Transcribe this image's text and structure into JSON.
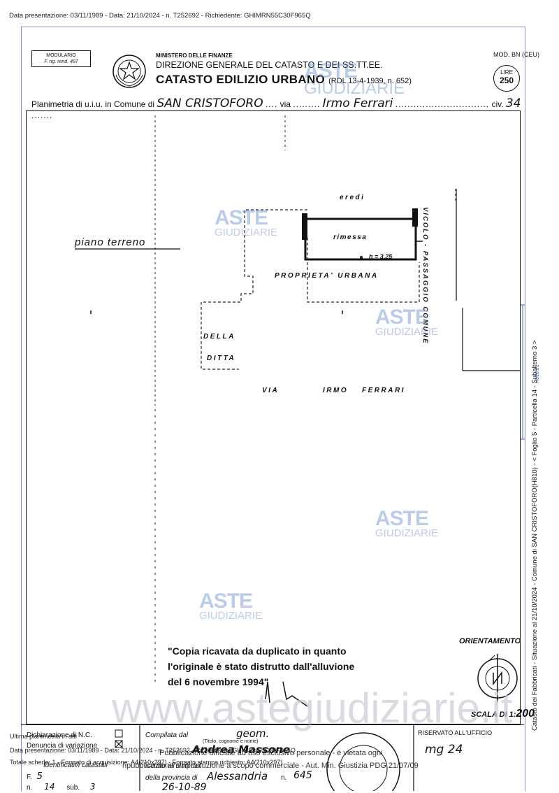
{
  "header_line": "Data presentazione: 03/11/1989 - Data: 21/10/2024 - n. T252692 - Richiedente: GHIMRN55C30F965Q",
  "form": {
    "modulario": "MODULARIO",
    "modulario_sub": "F. rig. rend. 497",
    "ministry": "MINISTERO DELLE FINANZE",
    "direction": "DIREZIONE GENERALE DEL CATASTO E DEI SS.TT.EE.",
    "catasto": "CATASTO EDILIZIO URBANO",
    "rdl": "(RDL 13-4-1939, n. 652)",
    "mod": "MOD. BN (CEU)",
    "lire_label": "LIRE",
    "lire_value": "250"
  },
  "plan_line": {
    "prefix": "Planimetria di u.i.u. in Comune di",
    "comune": "SAN CRISTOFORO",
    "via_label": "via",
    "via": "Irmo Ferrari",
    "civ_label": "civ.",
    "civ": "34"
  },
  "drawing": {
    "piano": "piano terreno",
    "eredi": "eredi",
    "rimessa": "rimessa",
    "height": "h = 3,25",
    "proprieta": "PROPRIETA' URBANA",
    "della": "DELLA",
    "ditta": "DITTA",
    "via_label": "VIA",
    "via_name1": "IRMO",
    "via_name2": "FERRARI",
    "vicolo": "VICOLO - PASSAGGIO COMUNE"
  },
  "watermark": {
    "line1": "ASTE",
    "line2": "GIUDIZIARIE"
  },
  "note": {
    "line1": "\"Copia ricavata da duplicato in quanto",
    "line2": "l'originale è stato distrutto dall'alluvione",
    "line3": "del 6 novembre 1994\""
  },
  "orientamento": "ORIENTAMENTO",
  "scala_label": "SCALA DI 1:",
  "scala_value": "200",
  "sidebar_text": "Catasto dei Fabbricati - Situazione al 21/10/2024 - Comune di SAN CRISTOFORO(H810) - < Foglio 5 - Particella 14 - Subalterno 3 >",
  "sidebar_small": "H810 01",
  "site_watermark": "www.astegiudiziarie.it",
  "bottom": {
    "dichiarazione": "Dichiarazione di N.C.",
    "denuncia": "Denuncia di variazione",
    "identificativi": "Identificativi catastali",
    "foglio_label": "F.",
    "foglio": "5",
    "num_label": "n.",
    "num": "14",
    "sub_label": "sub.",
    "sub": "3",
    "compilata": "Compilata dal",
    "geom": "geom.",
    "titolo": "(Titolo, cognome e nome)",
    "name": "Andrea Massone",
    "iscritto": "iscritto all'albo dei",
    "provincia_label": "della provincia di",
    "provincia": "Alessandria",
    "prov_n_label": "n.",
    "prov_n": "645",
    "date": "26-10-89",
    "riservato": "RISERVATO ALL'UFFICIO",
    "office_note": "mg 24"
  },
  "overlay": {
    "ultima": "Ultima planimetria in atti",
    "line_a": "Data presentazione: 03/11/1989 - Data: 21/10/2024 - n. T252692 - Richiedente: GHIMRN55C30F965Q",
    "line_b": "Totale schede: 1 - Formato di acquisizione: A4(210x297) - Formato stampa richiesto: A4(210x297)",
    "pub1": "Pubblicazione ufficiale ad uso esclusivo personale - è vietata ogni",
    "pub2": "ripubblicazione o riproduzione a scopo commerciale - Aut. Min. Giustizia PDG 21/07/09"
  }
}
